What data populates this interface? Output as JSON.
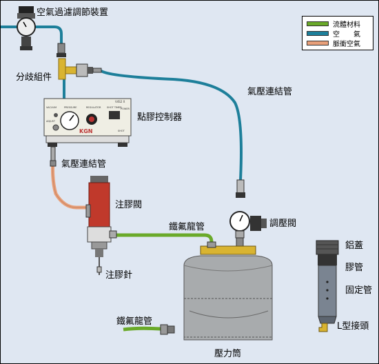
{
  "colors": {
    "background": "#dfe7f2",
    "fluid_material": "#6aaa2a",
    "air": "#1d7f9a",
    "pulse_air": "#e8a07a",
    "valve_red": "#c0392b",
    "lid_yellow": "#d9b431"
  },
  "legend": {
    "items": [
      {
        "label": "流體材料",
        "color": "#6aaa2a"
      },
      {
        "label": "空　　氣",
        "color": "#1d7f9a"
      },
      {
        "label": "脈衝空氣",
        "color": "#e8a07a"
      }
    ]
  },
  "labels": {
    "air_regulator": "空氣過濾調節裝置",
    "splitter": "分歧組件",
    "air_hose_right": "氣壓連結管",
    "controller": "點膠控制器",
    "air_hose_left": "氣壓連結管",
    "dispense_valve": "注膠閥",
    "teflon_hose_top": "鐵氟龍管",
    "pressure_regulator": "調壓閥",
    "needle": "注膠針",
    "teflon_hose_bottom": "鐵氟龍管",
    "pressure_tank": "壓力筒",
    "aluminum_cap": "鋁蓋",
    "glue_tube": "膠管",
    "fixing_tube": "固定管",
    "l_fitting": "L型接頭"
  },
  "controller_panel": {
    "model": "V4S2 X",
    "vacuum": "VACUUM",
    "pressure": "PRESSURE",
    "regulator": "REGULATOR",
    "shot_timer": "SHOT TIMER",
    "power": "POWER",
    "brand": "KGN",
    "adjust": "ADJUST",
    "shot": "SHOT"
  }
}
